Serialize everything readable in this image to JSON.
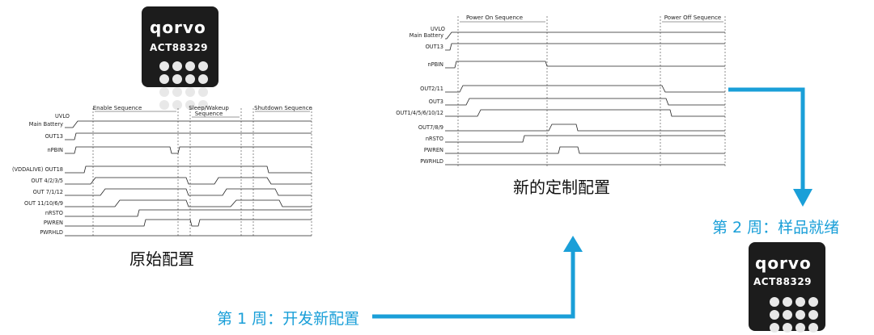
{
  "chip_top": {
    "logo": "qorvo",
    "part": "ACT88329"
  },
  "chip_bottom": {
    "logo": "qorvo",
    "part": "ACT88329"
  },
  "diagram_original": {
    "caption": "原始配置",
    "sequences": [
      "Enable Sequence",
      "Sleep/Wakeup Sequence",
      "Shutdown Sequence"
    ],
    "sequence_lines": [
      [
        "Enable Sequence"
      ],
      [
        "Sleep/Wakeup",
        "Sequence"
      ],
      [
        "Shutdown Sequence"
      ]
    ],
    "signals": [
      "Main Battery",
      "OUT13",
      "nPBIN",
      "(VDDALIVE) OUT18",
      "OUT 4/2/3/5",
      "OUT 7/1/12",
      "OUT 11/10/6/9",
      "nRSTO",
      "PWREN",
      "PWRHLD"
    ],
    "uvlo": "UVLO"
  },
  "diagram_new": {
    "caption": "新的定制配置",
    "sequences": [
      "Power On Sequence",
      "Power Off Sequence"
    ],
    "signals": [
      "Main Battery",
      "OUT13",
      "nPBIN",
      "OUT2/11",
      "OUT3",
      "OUT1/4/5/6/10/12",
      "OUT7/8/9",
      "nRSTO",
      "PWREN",
      "PWRHLD"
    ],
    "uvlo": "UVLO"
  },
  "steps": {
    "week1": "第 1 周：开发新配置",
    "week2": "第 2 周：样品就绪"
  },
  "colors": {
    "accent": "#1a9fd8",
    "chip": "#1c1c1c"
  }
}
